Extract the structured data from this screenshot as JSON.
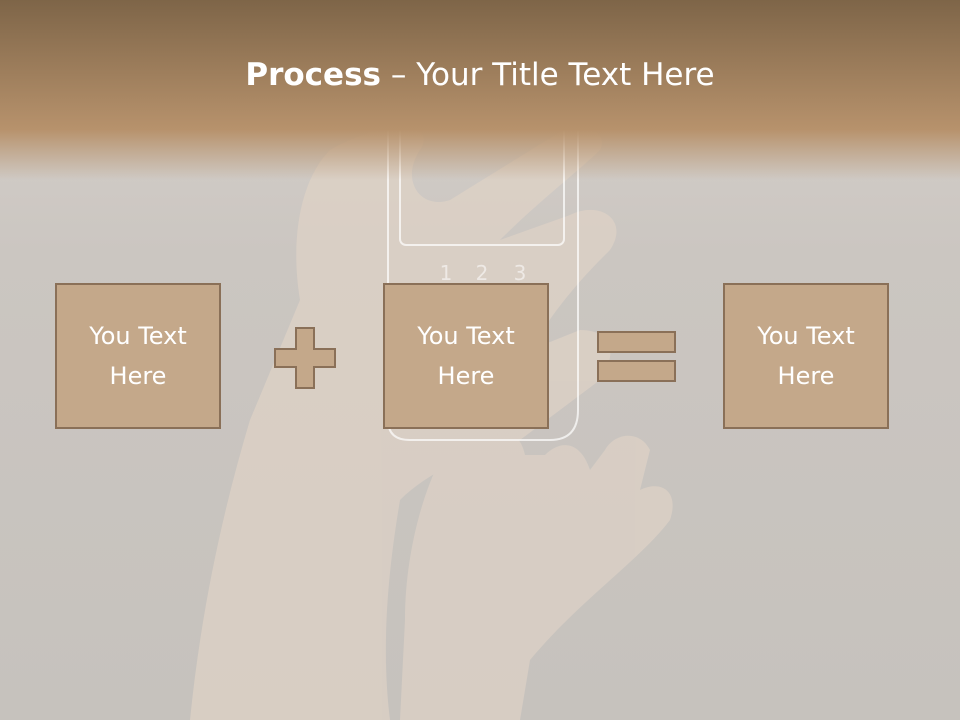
{
  "title": {
    "bold": "Process",
    "rest": " – Your Title Text Here"
  },
  "boxes": [
    {
      "label": "You Text\nHere"
    },
    {
      "label": "You Text\nHere"
    },
    {
      "label": "You Text\nHere"
    }
  ],
  "background": {
    "phone_keys": [
      "1",
      "2",
      "3"
    ]
  },
  "colors": {
    "box_fill": "#c4a88a",
    "box_border": "#8a7058",
    "header_top": "#7e6548",
    "header_bottom": "#b7926c",
    "text": "#ffffff"
  },
  "icons": {
    "plus": "plus-sign-icon",
    "equals": "equals-sign-icon"
  }
}
